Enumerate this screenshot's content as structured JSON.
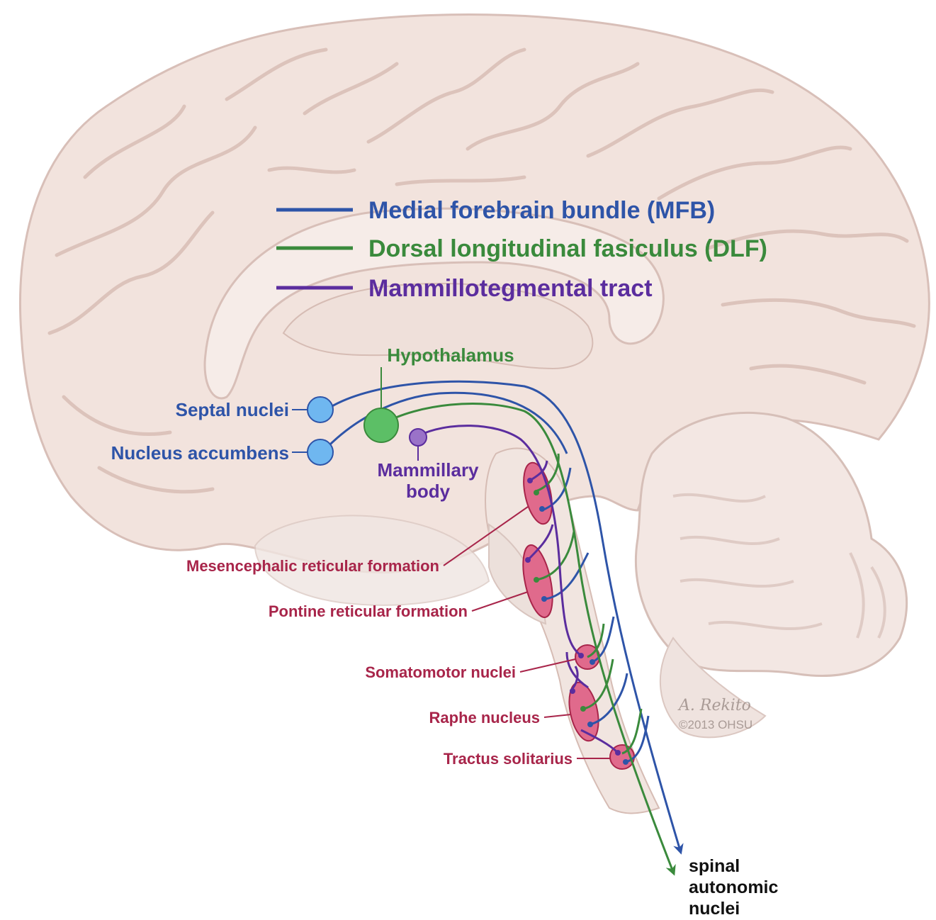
{
  "colors": {
    "mfb": "#2e54a8",
    "dlf": "#3a8a3c",
    "mtt": "#5b2d9e",
    "red_label": "#a8254a",
    "septal_fill": "#6fb7f0",
    "hypothal_fill": "#5cbf66",
    "mamm_fill": "#9a72c8",
    "nucleus_fill": "#e06a8c",
    "brain": "#f1e2dc",
    "brain_outline": "#d9c2bb",
    "text_black": "#111111"
  },
  "legend": {
    "mfb": "Medial forebrain bundle (MFB)",
    "dlf": "Dorsal longitudinal fasiculus (DLF)",
    "mtt": "Mammillotegmental tract"
  },
  "labels": {
    "hypothalamus": "Hypothalamus",
    "septal_nuclei": "Septal nuclei",
    "nucleus_accumbens": "Nucleus accumbens",
    "mammillary_1": "Mammillary",
    "mammillary_2": "body",
    "mesencephalic": "Mesencephalic reticular formation",
    "pontine": "Pontine reticular formation",
    "somatomotor": "Somatomotor nuclei",
    "raphe": "Raphe nucleus",
    "tractus": "Tractus solitarius",
    "spinal_1": "spinal",
    "spinal_2": "autonomic",
    "spinal_3": "nuclei"
  },
  "signature": {
    "name": "A. Rekito",
    "copyright": "©2013 OHSU"
  }
}
